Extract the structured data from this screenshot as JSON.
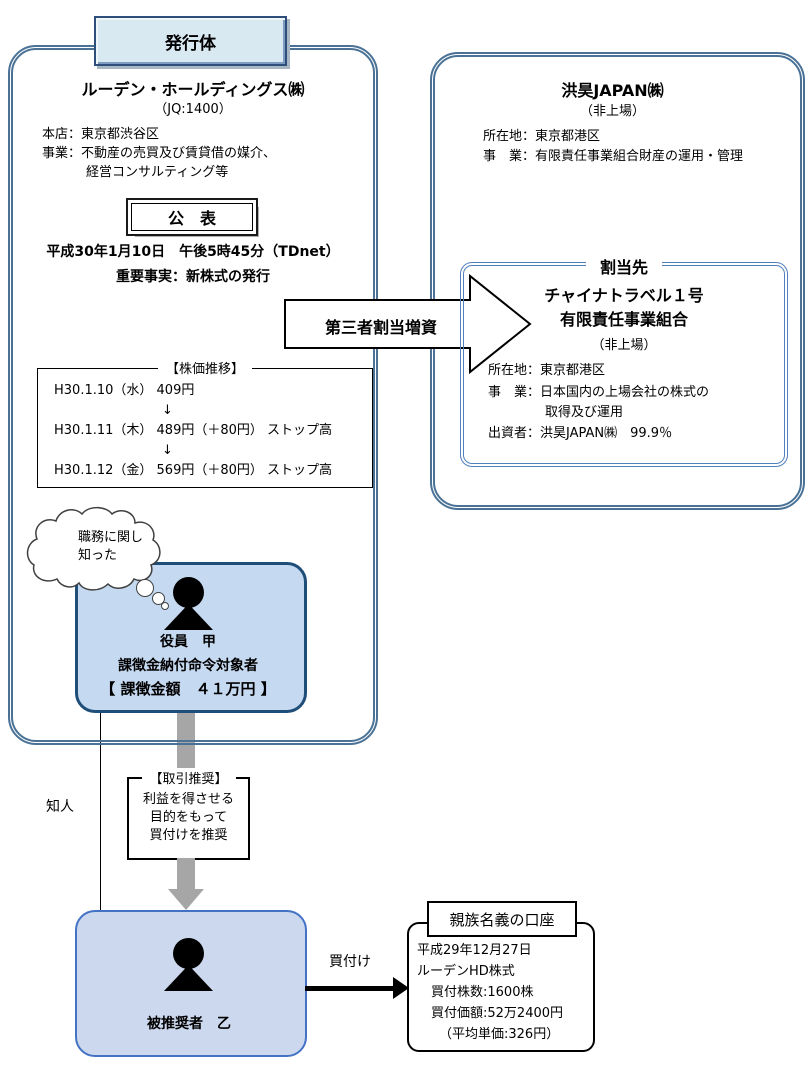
{
  "colors": {
    "frame_border": "#4a7296",
    "issuer_plaque_fill": "#d9e9f2",
    "issuer_plaque_border": "#2e4f7c",
    "officer_box_fill": "#c5d9f1",
    "officer_box_border": "#1f4e79",
    "recommended_box_fill": "#ccd8ed",
    "recommended_box_border": "#4472c4",
    "gray_arrow": "#a6a6a6",
    "allottee_box_border": "#4f81bd"
  },
  "issuer": {
    "tag": "発行体",
    "name": "ルーデン・ホールディングス㈱",
    "ticker": "（JQ:1400）",
    "head_office": "本店：東京都渋谷区",
    "business_line1": "事業：不動産の売買及び賃貸借の媒介、",
    "business_line2": "経営コンサルティング等",
    "announcement": {
      "title": "公　表",
      "datetime": "平成30年1月10日　午後5時45分（TDnet）",
      "material_fact": "重要事実：新株式の発行"
    },
    "stock_history": {
      "title": "【株価推移】",
      "rows": [
        "H30.1.10（水） 409円",
        "↓",
        "H30.1.11（木） 489円（＋80円） ストップ高",
        "↓",
        "H30.1.12（金） 569円（＋80円） ストップ高"
      ]
    }
  },
  "capital_increase_arrow_label": "第三者割当増資",
  "partner_company": {
    "name": "洪昊JAPAN㈱",
    "listing": "（非上場）",
    "location": "所在地：東京都港区",
    "business": "事　業：有限責任事業組合財産の運用・管理"
  },
  "allottee": {
    "tag": "割当先",
    "name_line1": "チャイナトラベル１号",
    "name_line2": "有限責任事業組合",
    "listing": "（非上場）",
    "location": "所在地：東京都港区",
    "business_line1": "事　業：日本国内の上場会社の株式の",
    "business_line2": "取得及び運用",
    "investor": "出資者：洪昊JAPAN㈱　99.9％"
  },
  "officer": {
    "thought_line1": "職務に関し",
    "thought_line2": "知った",
    "role": "役員　甲",
    "status": "課徴金納付命令対象者",
    "penalty": "【 課徴金額　４１万円 】"
  },
  "acquaintance_label": "知人",
  "recommendation": {
    "title": "【取引推奨】",
    "lines": [
      "利益を得させる",
      "目的をもって",
      "買付けを推奨"
    ]
  },
  "recommended_person": {
    "label": "被推奨者　乙"
  },
  "purchase": {
    "arrow_label": "買付け",
    "account_title": "親族名義の口座",
    "account_lines": [
      "平成29年12月27日",
      "ルーデンHD株式",
      "買付株数:1600株",
      "買付価額:52万2400円",
      "（平均単価:326円）"
    ]
  }
}
